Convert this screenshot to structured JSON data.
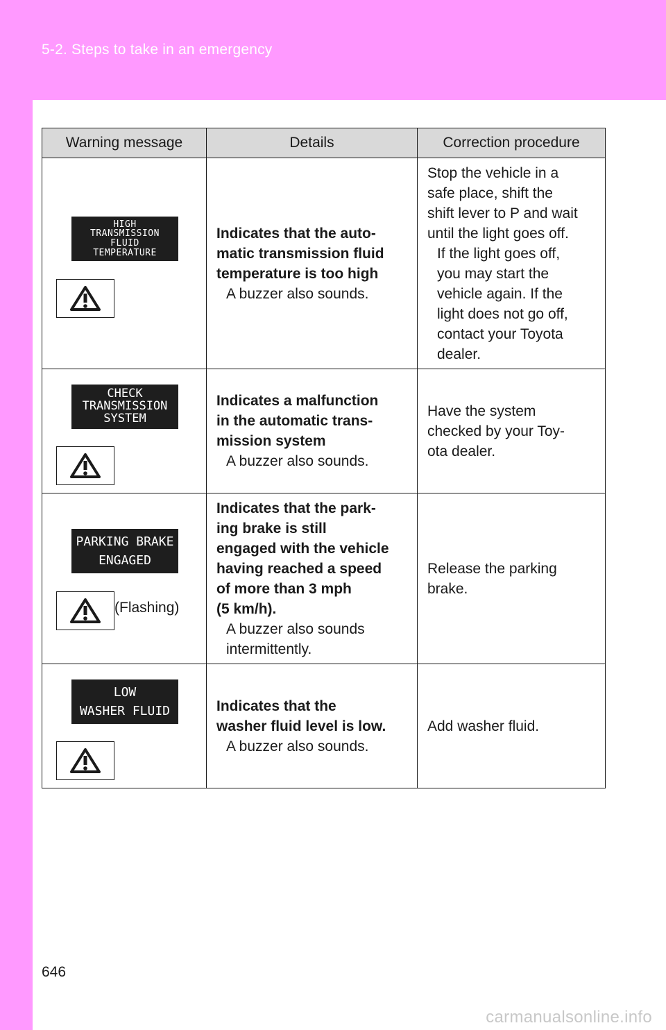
{
  "header": {
    "section": "5-2. Steps to take in an emergency"
  },
  "table": {
    "columns": [
      "Warning message",
      "Details",
      "Correction procedure"
    ],
    "rows": [
      {
        "display": [
          "HIGH",
          "TRANSMISSION",
          "FLUID",
          "TEMPERATURE"
        ],
        "icon": "warning-triangle-icon",
        "details_bold": "Indicates that the auto-\nmatic transmission fluid\ntemperature is too high",
        "details_note": "A buzzer also sounds.",
        "correction_main": "Stop the vehicle in a\nsafe place, shift the\nshift lever to P and wait\nuntil the light goes off.",
        "correction_note": "If the light goes off,\nyou may start the\nvehicle again. If the\nlight does not go off,\ncontact your Toyota\ndealer."
      },
      {
        "display": [
          "CHECK",
          "TRANSMISSION",
          "SYSTEM"
        ],
        "icon": "warning-triangle-icon",
        "details_bold": "Indicates a malfunction\nin the automatic trans-\nmission system",
        "details_note": "A buzzer also sounds.",
        "correction_main": "Have the system\nchecked by your Toy-\nota dealer."
      },
      {
        "display": [
          "PARKING BRAKE",
          "ENGAGED"
        ],
        "icon": "warning-triangle-icon",
        "icon_note": "(Flashing)",
        "details_bold": "Indicates that the park-\ning brake is still\nengaged with the vehicle\nhaving reached a speed\nof more than 3 mph\n(5 km/h).",
        "details_note": "A buzzer also sounds\nintermittently.",
        "correction_main": "Release the parking\nbrake."
      },
      {
        "display": [
          "LOW",
          "WASHER FLUID"
        ],
        "icon": "warning-triangle-icon",
        "details_bold": "Indicates that the\nwasher fluid level is low.",
        "details_note": "A buzzer also sounds.",
        "correction_main": "Add washer fluid."
      }
    ]
  },
  "footer": {
    "page_number": "646",
    "watermark": "carmanualsonline.info"
  },
  "colors": {
    "accent": "#ff99ff",
    "header_fill": "#d9d9d9",
    "lcd": "#1e1e1e"
  }
}
